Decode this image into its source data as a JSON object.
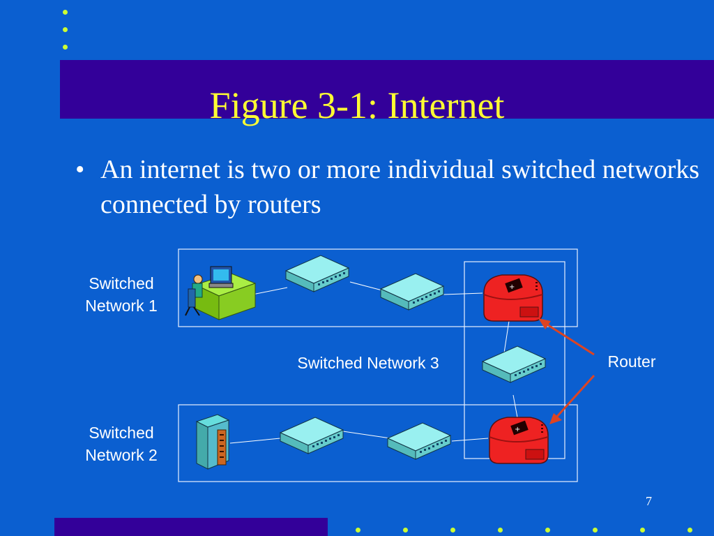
{
  "slide": {
    "title": "Figure 3-1: Internet",
    "bullet": "An internet is two or more individual switched networks connected by routers",
    "page_number": "7"
  },
  "diagram": {
    "labels": {
      "network1": "Switched Network 1",
      "network2": "Switched Network 2",
      "network3": "Switched Network 3",
      "router": "Router"
    },
    "nodes": [
      {
        "id": "pc-workstation",
        "kind": "workstation",
        "network": "Switched Network 1"
      },
      {
        "id": "switch-n1-a",
        "kind": "switch",
        "network": "Switched Network 1"
      },
      {
        "id": "switch-n1-b",
        "kind": "switch",
        "network": "Switched Network 1"
      },
      {
        "id": "router-1",
        "kind": "router",
        "network": "Switched Network 1"
      },
      {
        "id": "switch-n3",
        "kind": "switch",
        "network": "Switched Network 3"
      },
      {
        "id": "router-2",
        "kind": "router",
        "network": "Switched Network 2"
      },
      {
        "id": "server",
        "kind": "server",
        "network": "Switched Network 2"
      },
      {
        "id": "switch-n2-a",
        "kind": "switch",
        "network": "Switched Network 2"
      },
      {
        "id": "switch-n2-b",
        "kind": "switch",
        "network": "Switched Network 2"
      }
    ],
    "edges": [
      [
        "pc-workstation",
        "switch-n1-a"
      ],
      [
        "switch-n1-a",
        "switch-n1-b"
      ],
      [
        "switch-n1-b",
        "router-1"
      ],
      [
        "router-1",
        "switch-n3"
      ],
      [
        "switch-n3",
        "router-2"
      ],
      [
        "server",
        "switch-n2-a"
      ],
      [
        "switch-n2-a",
        "switch-n2-b"
      ],
      [
        "switch-n2-b",
        "router-2"
      ]
    ],
    "colors": {
      "background": "#0b5fd0",
      "band": "#330099",
      "title": "#ffff33",
      "router": "#ee2222",
      "switch": "#88eeee",
      "arrow": "#dd4422",
      "dots": "#ccff33"
    }
  }
}
